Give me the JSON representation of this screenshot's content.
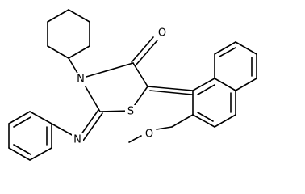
{
  "molecule": {
    "atom_labels": {
      "carbonyl_oxygen": "O",
      "ring_nitrogen": "N",
      "ring_sulfur": "S",
      "imine_nitrogen": "N",
      "methoxy_oxygen": "O"
    }
  },
  "colors": {
    "bond": "#000000",
    "background": "#ffffff"
  }
}
